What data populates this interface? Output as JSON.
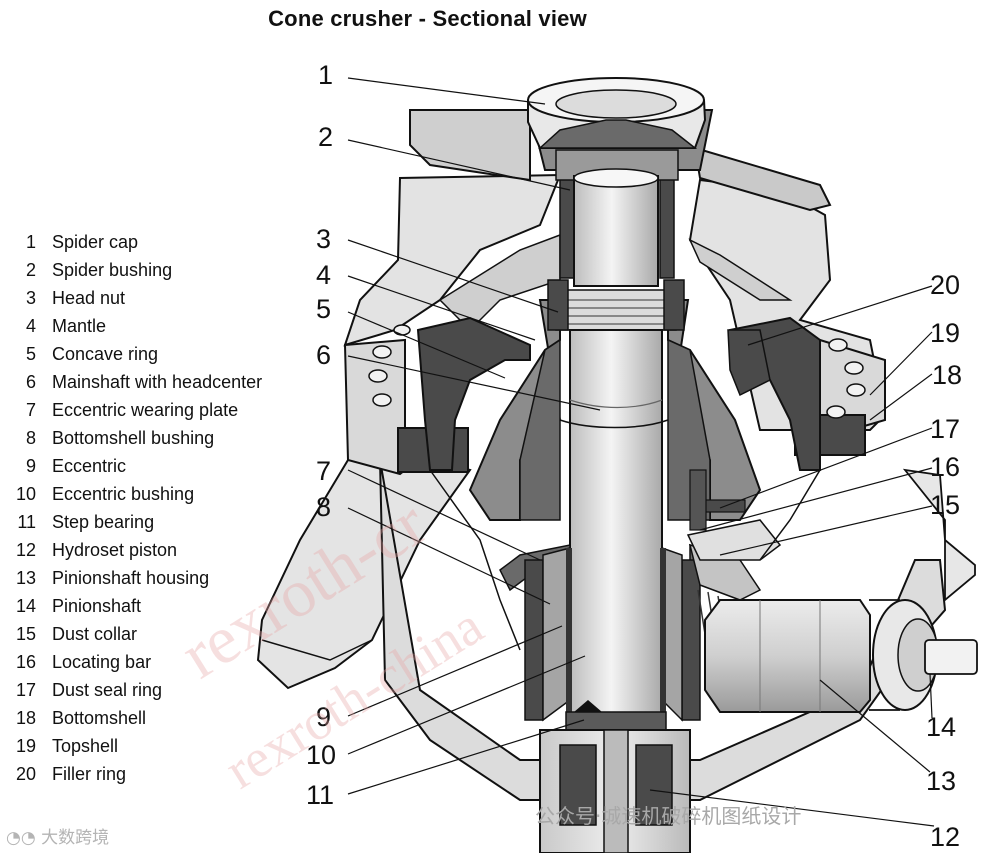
{
  "title": "Cone crusher - Sectional view",
  "legend": [
    {
      "num": "1",
      "name": "Spider cap"
    },
    {
      "num": "2",
      "name": "Spider bushing"
    },
    {
      "num": "3",
      "name": "Head nut"
    },
    {
      "num": "4",
      "name": "Mantle"
    },
    {
      "num": "5",
      "name": "Concave ring"
    },
    {
      "num": "6",
      "name": "Mainshaft with headcenter"
    },
    {
      "num": "7",
      "name": "Eccentric wearing plate"
    },
    {
      "num": "8",
      "name": "Bottomshell bushing"
    },
    {
      "num": "9",
      "name": "Eccentric"
    },
    {
      "num": "10",
      "name": "Eccentric bushing"
    },
    {
      "num": "11",
      "name": "Step bearing"
    },
    {
      "num": "12",
      "name": "Hydroset piston"
    },
    {
      "num": "13",
      "name": "Pinionshaft housing"
    },
    {
      "num": "14",
      "name": "Pinionshaft"
    },
    {
      "num": "15",
      "name": "Dust collar"
    },
    {
      "num": "16",
      "name": "Locating bar"
    },
    {
      "num": "17",
      "name": "Dust seal ring"
    },
    {
      "num": "18",
      "name": "Bottomshell"
    },
    {
      "num": "19",
      "name": "Topshell"
    },
    {
      "num": "20",
      "name": "Filler ring"
    }
  ],
  "callouts": {
    "c1": "1",
    "c2": "2",
    "c3": "3",
    "c4": "4",
    "c5": "5",
    "c6": "6",
    "c7": "7",
    "c8": "8",
    "c9": "9",
    "c10": "10",
    "c11": "11",
    "c12": "12",
    "c13": "13",
    "c14": "14",
    "c15": "15",
    "c16": "16",
    "c17": "17",
    "c18": "18",
    "c19": "19",
    "c20": "20"
  },
  "watermarks": {
    "overlay_1": "rexroth-cr",
    "overlay_2": "rexroth-china",
    "chinese": "公众号·城速机破碎机图纸设计",
    "brand": "大数跨境"
  },
  "colors": {
    "steel_dark": "#4a4a4a",
    "steel_mid": "#8c8c8c",
    "steel_light": "#d2d2d2",
    "steel_pale": "#ececec",
    "outline": "#111111"
  }
}
